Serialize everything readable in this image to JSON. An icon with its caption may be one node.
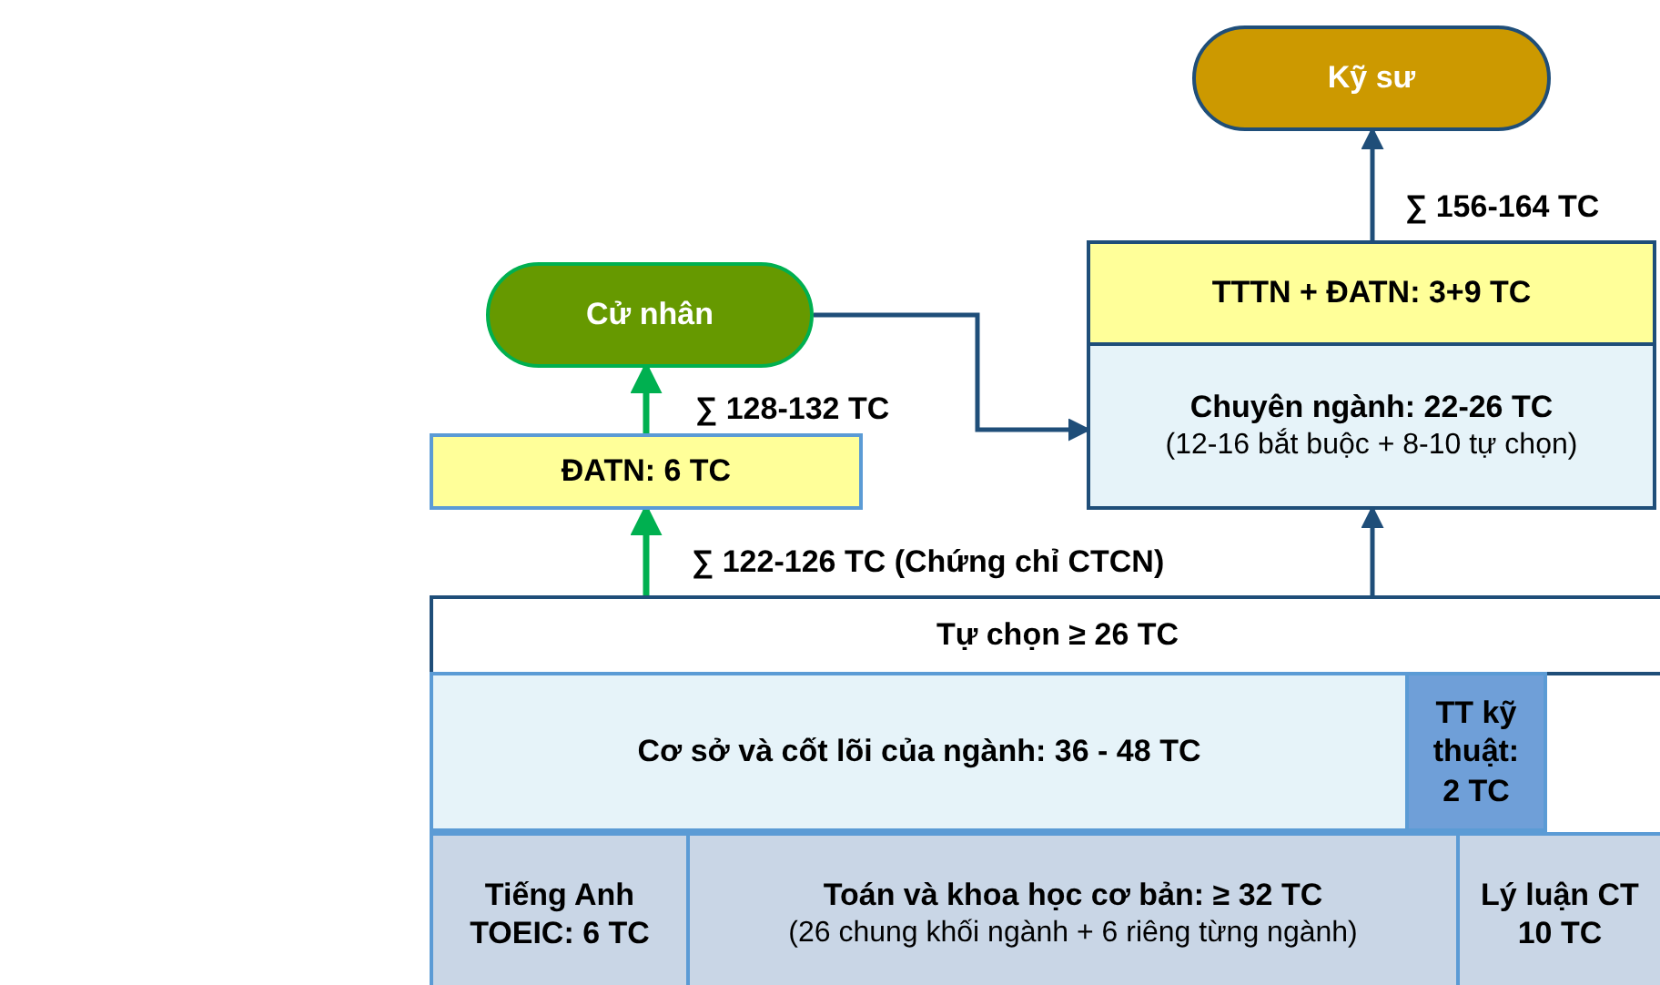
{
  "diagram": {
    "nodes": [
      {
        "text": [
          "Kỹ sư"
        ]
      },
      {
        "text": [
          "Cử nhân"
        ]
      },
      {
        "text": [
          "TTTN + ĐATN: 3+9 TC"
        ]
      },
      {
        "text": [
          "Chuyên ngành: 22-26 TC",
          "(12-16 bắt buộc + 8-10 tự chọn)"
        ]
      },
      {
        "text": [
          "ĐATN: 6 TC"
        ]
      },
      {
        "text": [
          "Tự chọn ≥ 26 TC"
        ]
      },
      {
        "text": [
          "Cơ sở và cốt lõi của ngành: 36 - 48 TC"
        ]
      },
      {
        "text": [
          "TT kỹ thuật: 2 TC"
        ]
      },
      {
        "text": [
          "Tiếng Anh TOEIC: 6 TC"
        ]
      },
      {
        "text": [
          "Toán và khoa học cơ bản: ≥ 32 TC",
          "(26 chung khối ngành + 6 riêng từng ngành)"
        ]
      },
      {
        "text": [
          "Lý luận CT 10 TC"
        ]
      }
    ],
    "edges": [
      {
        "from": 5,
        "to": 4,
        "arrow": "to",
        "color": "#00b050"
      },
      {
        "from": 4,
        "to": 1,
        "arrow": "to",
        "label": "∑ 128-132 TC",
        "color": "#00b050"
      },
      {
        "from": 1,
        "to": 3,
        "arrow": "to"
      },
      {
        "from": 5,
        "to": 3,
        "arrow": "to"
      },
      {
        "from": 2,
        "to": 0,
        "arrow": "to",
        "label": "∑ 156-164 TC"
      }
    ],
    "labels": [
      "∑ 122-126 TC (Chứng chỉ CTCN)"
    ]
  }
}
